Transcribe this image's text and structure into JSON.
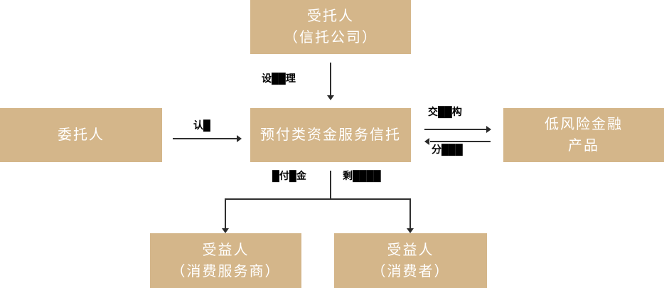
{
  "diagram": {
    "title": "prepaid-funds-service-trust-structure",
    "colors": {
      "node_fill": "#d4b68a",
      "node_text": "#ffffff",
      "line": "#2f2f2f",
      "edge_label_text": "#000000",
      "background": "#ffffff"
    },
    "nodes": {
      "trustee": {
        "lines": [
          "受托人",
          "（信托公司）"
        ]
      },
      "principal": {
        "lines": [
          "委托人"
        ]
      },
      "trust": {
        "lines": [
          "预付类资金服务信托"
        ]
      },
      "products": {
        "lines": [
          "低风险金融",
          "产品"
        ]
      },
      "beneficiary_service": {
        "lines": [
          "受益人",
          "（消费服务商）"
        ]
      },
      "beneficiary_consumer": {
        "lines": [
          "受益人",
          "（消费者）"
        ]
      }
    },
    "edge_labels": {
      "trustee_to_trust": "设██理",
      "principal_to_trust": "认█",
      "trust_to_products": "交██构",
      "products_to_trust": "分███",
      "trust_to_service_provider": "█付█金",
      "trust_to_consumer": "剩████"
    }
  }
}
